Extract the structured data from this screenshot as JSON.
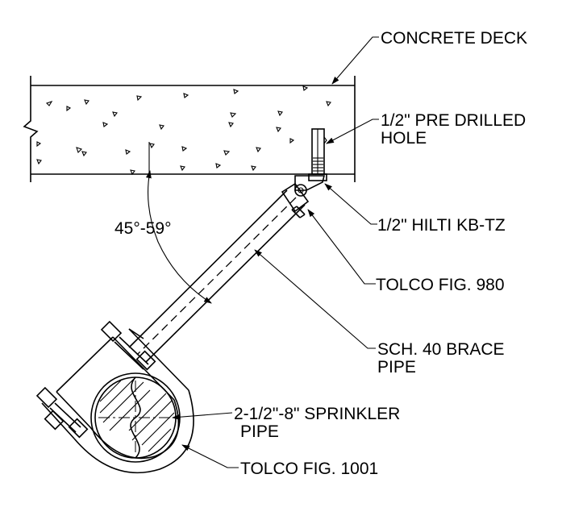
{
  "labels": {
    "concrete_deck": "CONCRETE DECK",
    "hole_line1": "1/2\" PRE DRILLED",
    "hole_line2": "HOLE",
    "anchor": "1/2\" HILTI KB-TZ",
    "angle": "45°-59°",
    "attachment": "TOLCO FIG. 980",
    "brace_line1": "SCH. 40 BRACE",
    "brace_line2": "PIPE",
    "sprinkler_line1": "2-1/2\"-8\" SPRINKLER",
    "sprinkler_line2": "PIPE",
    "clamp": "TOLCO FIG. 1001"
  }
}
